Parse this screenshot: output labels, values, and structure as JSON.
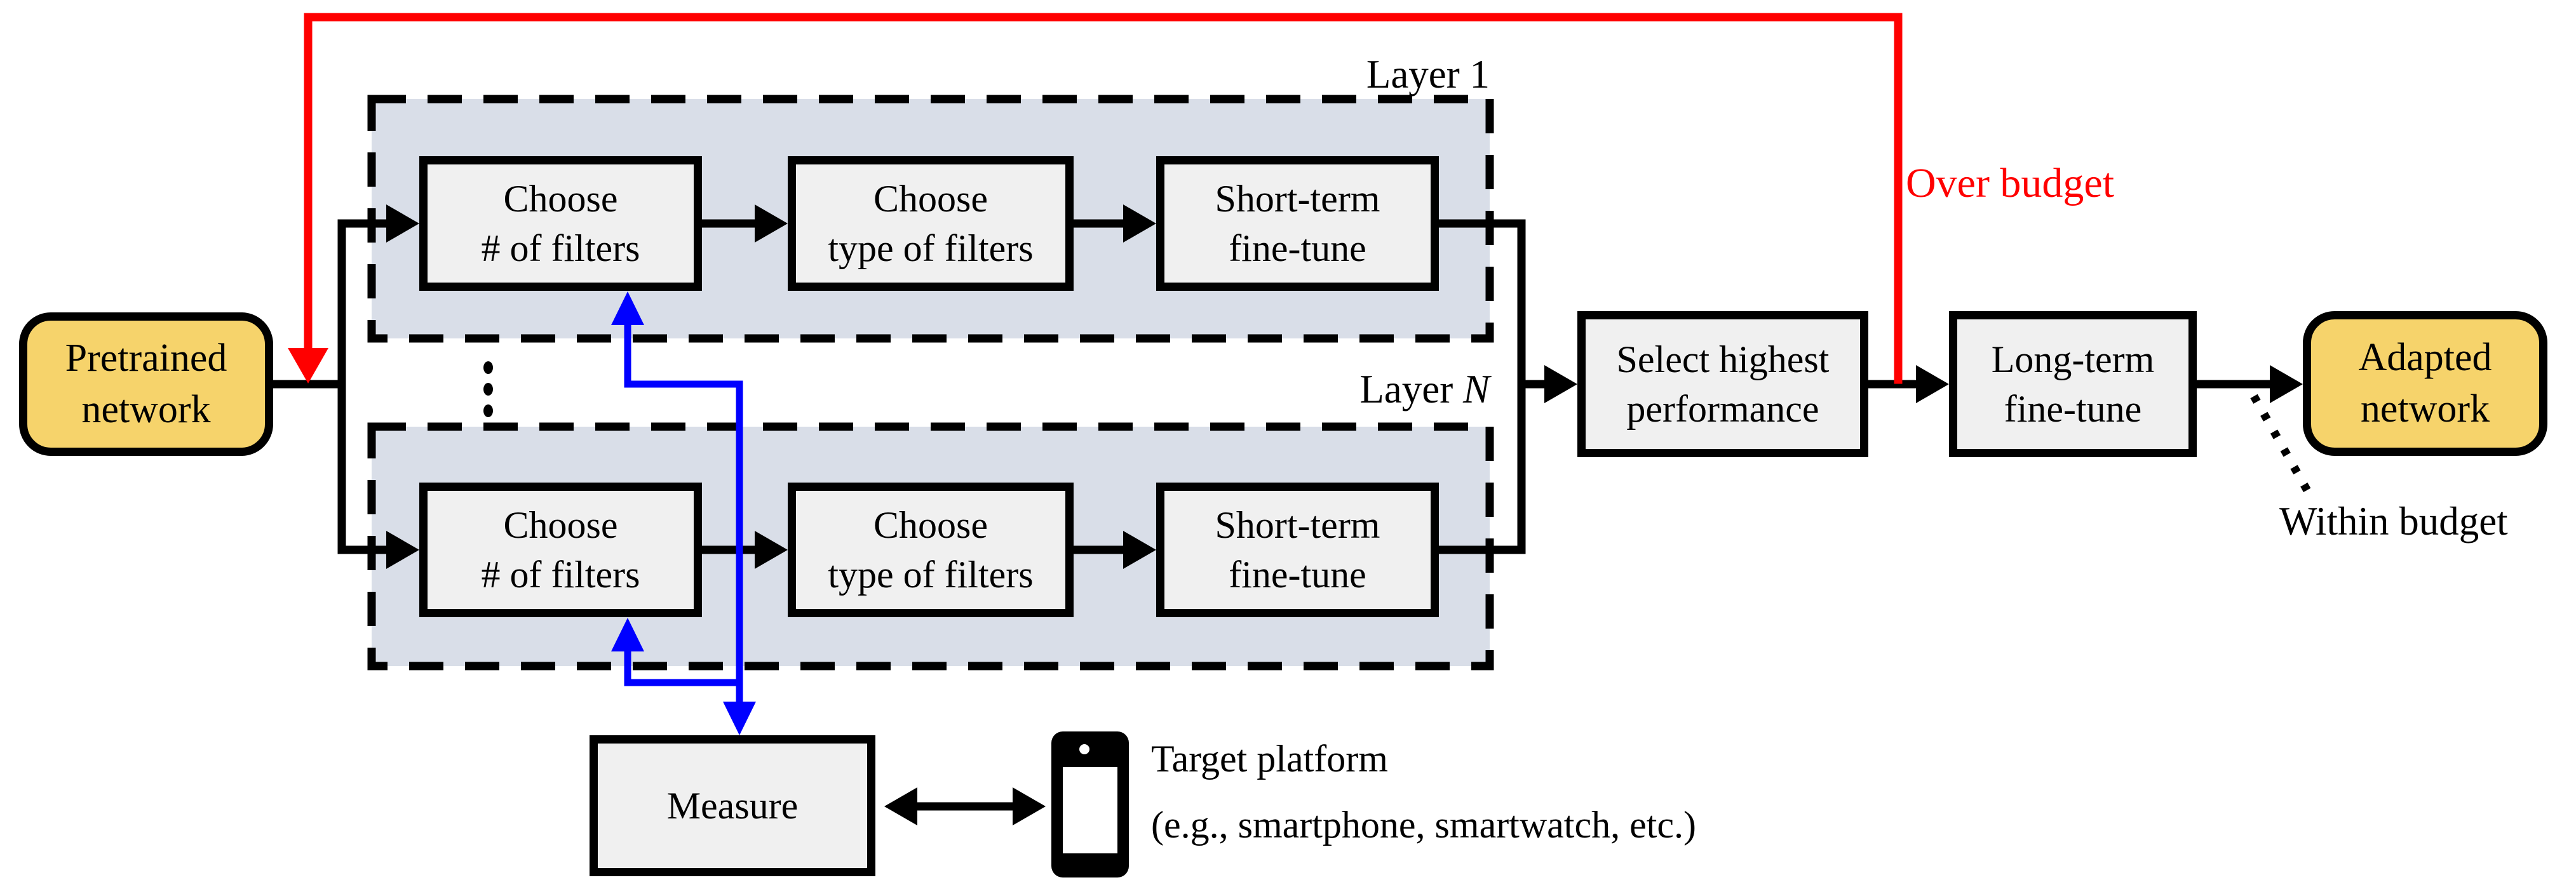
{
  "colors": {
    "node_yellow": "#F6D36B",
    "layer_fill": "#D9DEE8",
    "step_box_fill": "#F0F0F0",
    "over_budget_red": "#FF0000",
    "measure_blue": "#0000FF",
    "line_black": "#000000"
  },
  "nodes": {
    "pretrained": "Pretrained\nnetwork",
    "adapted": "Adapted\nnetwork",
    "select_highest": "Select highest\nperformance",
    "long_term": "Long-term\nfine-tune",
    "measure": "Measure"
  },
  "layers": {
    "layer1": {
      "label": "Layer 1"
    },
    "layerN": {
      "prefix": "Layer ",
      "var": "N"
    },
    "steps": [
      "Choose\n# of filters",
      "Choose\ntype of filters",
      "Short-term\nfine-tune"
    ]
  },
  "annotations": {
    "over_budget": "Over budget",
    "within_budget": "Within budget",
    "target_platform": "Target platform",
    "target_platform_examples": "(e.g., smartphone, smartwatch, etc.)"
  },
  "icons": {
    "smartphone": "smartphone-icon",
    "vertical_ellipsis": "vertical-ellipsis-icon"
  }
}
